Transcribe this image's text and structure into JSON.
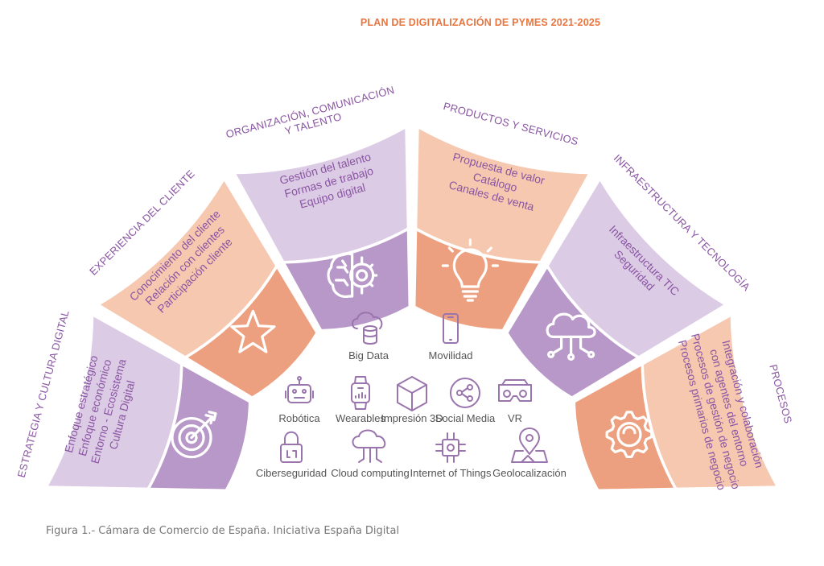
{
  "header": {
    "title": "PLAN DE DIGITALIZACIÓN DE PYMES 2021-2025"
  },
  "colors": {
    "purple_light": "#dccbe4",
    "purple_mid": "#b898c8",
    "orange_light": "#f6c8b0",
    "orange_mid": "#eda07f",
    "text_purple": "#8a55a3",
    "accent_orange": "#e8753f",
    "icon_purple": "#9a75ad"
  },
  "segments": [
    {
      "title": [
        "ESTRATEGIA Y CULTURA DIGITAL"
      ],
      "items": [
        "Enfoque estratégico",
        "Enfoque económico",
        "Entorno - Ecosistema",
        "Cultura Digital"
      ],
      "icon": "target-icon",
      "theme": "purple"
    },
    {
      "title": [
        "EXPERIENCIA DEL CLIENTE"
      ],
      "items": [
        "Conocimiento del cliente",
        "Relación con clientes",
        "Participación cliente"
      ],
      "icon": "star-icon",
      "theme": "orange"
    },
    {
      "title": [
        "ORGANIZACIÓN, COMUNICACIÓN",
        "Y TALENTO"
      ],
      "items": [
        "Gestión del talento",
        "Formas de trabajo",
        "Equipo digital"
      ],
      "icon": "brain-gear-icon",
      "theme": "purple"
    },
    {
      "title": [
        "PRODUCTOS Y SERVICIOS"
      ],
      "items": [
        "Propuesta de valor",
        "Catálogo",
        "Canales de venta"
      ],
      "icon": "lightbulb-icon",
      "theme": "orange"
    },
    {
      "title": [
        "INFRAESTRUCTURA Y TECNOLOGÍA"
      ],
      "items": [
        "Infraestructura TIC",
        "Seguridad"
      ],
      "icon": "cloud-network-icon",
      "theme": "purple"
    },
    {
      "title": [
        "PROCESOS"
      ],
      "items": [
        "Integración y colaboración",
        "con agentes del entorno",
        "Procesos de gestión de negocio",
        "Procesos primarios de negocio"
      ],
      "icon": "gear-icon",
      "theme": "orange"
    }
  ],
  "technologies": [
    {
      "label": "Big Data",
      "icon": "database-cloud-icon"
    },
    {
      "label": "Movilidad",
      "icon": "smartphone-icon"
    },
    {
      "label": "Robótica",
      "icon": "robot-icon"
    },
    {
      "label": "Wearables",
      "icon": "smartwatch-icon"
    },
    {
      "label": "Impresión 3D",
      "icon": "cube-icon"
    },
    {
      "label": "Social Media",
      "icon": "share-icon"
    },
    {
      "label": "VR",
      "icon": "vr-headset-icon"
    },
    {
      "label": "Ciberseguridad",
      "icon": "padlock-icon"
    },
    {
      "label": "Cloud computing",
      "icon": "cloud-circuit-icon"
    },
    {
      "label": "Internet of Things",
      "icon": "iot-chip-icon"
    },
    {
      "label": "Geolocalización",
      "icon": "map-pin-icon"
    }
  ],
  "caption": "Figura 1.- Cámara de Comercio de España. Iniciativa España Digital"
}
